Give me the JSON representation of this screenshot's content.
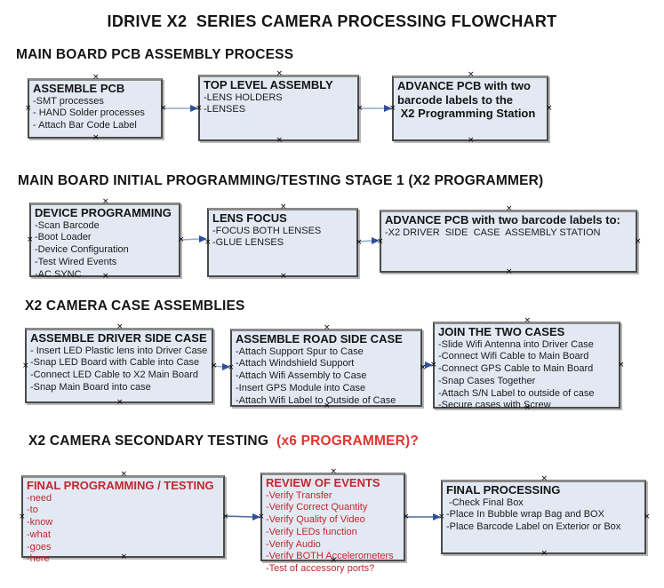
{
  "title": "IDRIVE X2  SERIES CAMERA PROCESSING FLOWCHART",
  "anchor_glyph": "×",
  "colors": {
    "box_fill": "#e2e9f3",
    "box_border": "#4a4a4a",
    "box_border_top": "#8a8a8a",
    "red_text": "#c2272d",
    "heading_red": "#e0342e",
    "arrow_line_light": "#8fa9ce",
    "arrow_line_dark": "#4a6da0",
    "arrow_head": "#2f4f9e",
    "anchor_mark": "#000000"
  },
  "sections": [
    {
      "heading": "MAIN BOARD PCB ASSEMBLY PROCESS",
      "heading_red": "",
      "boxes": [
        {
          "title": "ASSEMBLE PCB",
          "items": [
            "-SMT processes",
            "- HAND Solder processes",
            "- Attach Bar Code Label"
          ],
          "color": "black"
        },
        {
          "title": "TOP LEVEL ASSEMBLY",
          "items": [
            "-LENS HOLDERS",
            "-LENSES"
          ],
          "color": "black"
        },
        {
          "title": "ADVANCE PCB with two\nbarcode labels to the\n X2 Programming Station",
          "items": [],
          "color": "black"
        }
      ]
    },
    {
      "heading": "MAIN BOARD INITIAL PROGRAMMING/TESTING STAGE 1 (X2 PROGRAMMER)",
      "heading_red": "",
      "boxes": [
        {
          "title": "DEVICE PROGRAMMING",
          "items": [
            "-Scan Barcode",
            "-Boot Loader",
            "-Device Configuration",
            "-Test Wired Events",
            "-AC SYNC"
          ],
          "color": "black"
        },
        {
          "title": "LENS FOCUS",
          "items": [
            "-FOCUS BOTH LENSES",
            "-GLUE LENSES"
          ],
          "color": "black"
        },
        {
          "title": "ADVANCE PCB with two barcode labels to:",
          "items": [
            "-X2 DRIVER  SIDE  CASE  ASSEMBLY STATION"
          ],
          "color": "black"
        }
      ]
    },
    {
      "heading": "X2 CAMERA CASE ASSEMBLIES",
      "heading_red": "",
      "boxes": [
        {
          "title": "ASSEMBLE DRIVER SIDE CASE",
          "items": [
            "- Insert LED Plastic lens into Driver Case",
            "-Snap LED Board with Cable into Case",
            "-Connect LED Cable to X2 Main Board",
            "-Snap Main Board into case"
          ],
          "color": "black"
        },
        {
          "title": "ASSEMBLE ROAD SIDE CASE",
          "items": [
            "-Attach Support Spur to Case",
            "-Attach Windshield Support",
            "-Attach Wifi Assembly to Case",
            "-Insert GPS Module into Case",
            "-Attach Wifi Label to Outside of Case"
          ],
          "color": "black"
        },
        {
          "title": "JOIN THE TWO CASES",
          "items": [
            "-Slide Wifi Antenna into Driver Case",
            "-Connect Wifi Cable to Main Board",
            "-Connect GPS Cable to Main Board",
            "-Snap Cases Together",
            "-Attach S/N Label to outside of case",
            "-Secure cases with Screw"
          ],
          "color": "black"
        }
      ]
    },
    {
      "heading": "X2 CAMERA SECONDARY TESTING ",
      "heading_red": " (x6 PROGRAMMER)?",
      "boxes": [
        {
          "title": "FINAL PROGRAMMING / TESTING",
          "items": [
            "-need",
            "-to",
            "-know",
            "-what",
            "-goes",
            "-here"
          ],
          "color": "red"
        },
        {
          "title": "REVIEW OF EVENTS",
          "items": [
            "-Verify Transfer",
            "-Verify Correct Quantity",
            "-Verify Quality of Video",
            "-Verify LEDs function",
            "-Verify Audio",
            "-Verify BOTH Accelerometers",
            "-Test of accessory ports?"
          ],
          "color": "red"
        },
        {
          "title": "FINAL PROCESSING",
          "items": [
            " -Check Final Box",
            "-Place In Bubble wrap Bag and BOX",
            "-Place Barcode Label on Exterior or Box"
          ],
          "color": "black"
        }
      ]
    }
  ]
}
